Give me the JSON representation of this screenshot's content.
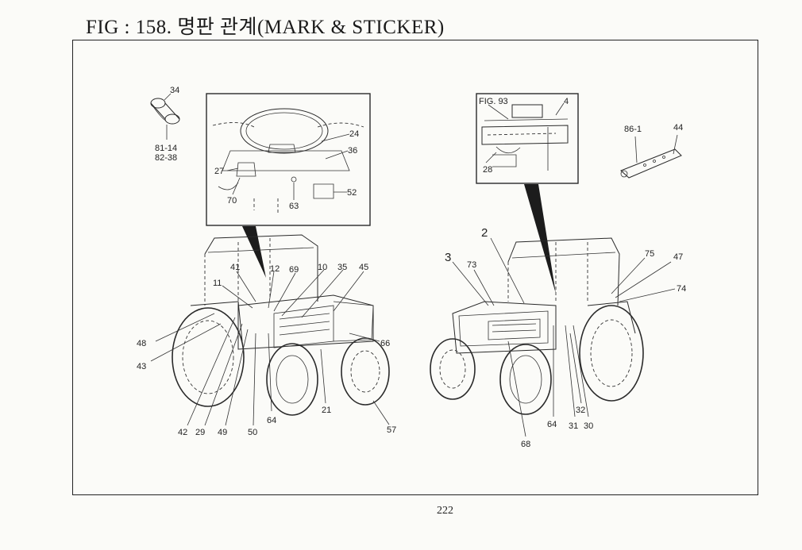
{
  "figure": {
    "title": "FIG : 158. 명판 관계(MARK & STICKER)",
    "page_number": "222"
  },
  "left_view": {
    "callouts": [
      "34",
      "81-14",
      "82-38",
      "24",
      "36",
      "27",
      "70",
      "63",
      "52",
      "41",
      "12",
      "69",
      "10",
      "35",
      "45",
      "11",
      "48",
      "43",
      "66",
      "42",
      "29",
      "49",
      "50",
      "64",
      "21",
      "57"
    ]
  },
  "right_view": {
    "inset_label": "FIG. 93",
    "callouts": [
      "4",
      "28",
      "86-1",
      "44",
      "2",
      "3",
      "73",
      "75",
      "47",
      "74",
      "64",
      "31",
      "30",
      "32",
      "68"
    ]
  }
}
